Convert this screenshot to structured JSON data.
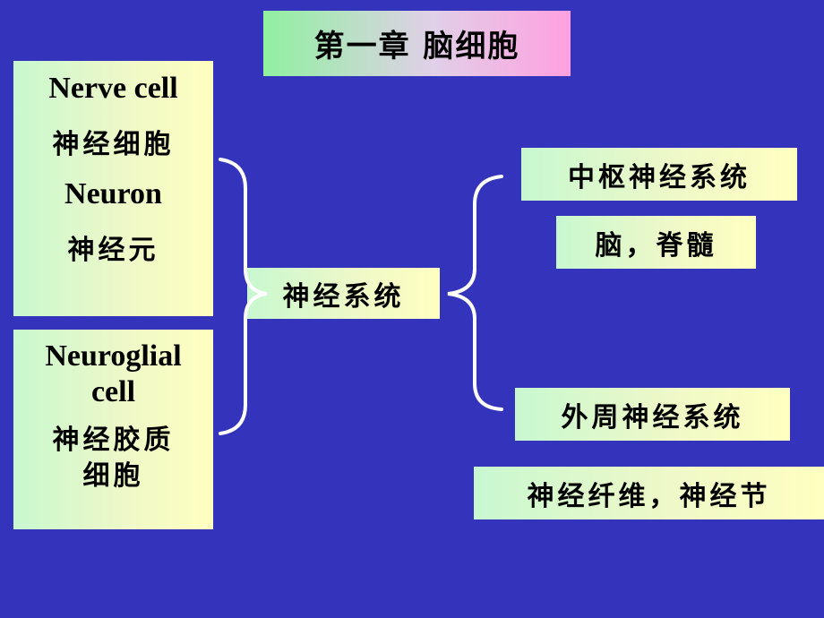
{
  "title": "第一章 脑细胞",
  "nerve_cell": {
    "en": "Nerve cell",
    "cn": "神经细胞",
    "alt_en": "Neuron",
    "alt_cn": "神经元"
  },
  "glial_cell": {
    "en_line1": "Neuroglial",
    "en_line2": "cell",
    "cn_line1": "神经胶质",
    "cn_line2": "细胞"
  },
  "center": "神经系统",
  "cns": {
    "label": "中枢神经系统",
    "parts": "脑，脊髓"
  },
  "pns": {
    "label": "外周神经系统",
    "parts": "神经纤维，神经节"
  },
  "colors": {
    "background": "#3333bb",
    "bracket": "#ffffff"
  }
}
